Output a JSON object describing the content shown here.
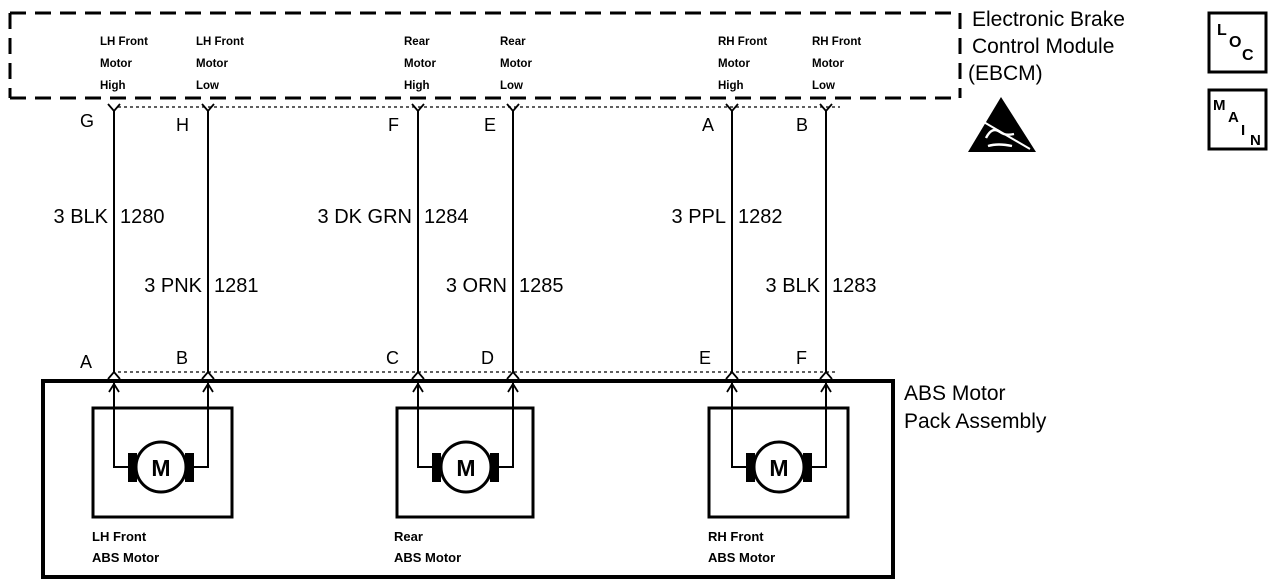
{
  "ebcm": {
    "title_lines": [
      "Electronic Brake",
      "Control Module",
      "(EBCM)"
    ],
    "pin_labels": [
      [
        "LH Front",
        "Motor",
        "High"
      ],
      [
        "LH Front",
        "Motor",
        "Low"
      ],
      [
        "Rear",
        "Motor",
        "High"
      ],
      [
        "Rear",
        "Motor",
        "Low"
      ],
      [
        "RH Front",
        "Motor",
        "High"
      ],
      [
        "RH Front",
        "Motor",
        "Low"
      ]
    ],
    "terminals": [
      "G",
      "H",
      "F",
      "E",
      "A",
      "B"
    ]
  },
  "wires": [
    {
      "gauge_color": "3 BLK",
      "circuit": "1280"
    },
    {
      "gauge_color": "3 PNK",
      "circuit": "1281"
    },
    {
      "gauge_color": "3 DK GRN",
      "circuit": "1284"
    },
    {
      "gauge_color": "3 ORN",
      "circuit": "1285"
    },
    {
      "gauge_color": "3 PPL",
      "circuit": "1282"
    },
    {
      "gauge_color": "3 BLK",
      "circuit": "1283"
    }
  ],
  "motor_pack": {
    "title_lines": [
      "ABS Motor",
      "Pack Assembly"
    ],
    "terminals": [
      "A",
      "B",
      "C",
      "D",
      "E",
      "F"
    ],
    "motors": [
      {
        "symbol": "M",
        "label_lines": [
          "LH Front",
          "ABS Motor"
        ]
      },
      {
        "symbol": "M",
        "label_lines": [
          "Rear",
          "ABS Motor"
        ]
      },
      {
        "symbol": "M",
        "label_lines": [
          "RH Front",
          "ABS Motor"
        ]
      }
    ]
  },
  "badges": {
    "loc": {
      "l": "L",
      "o": "O",
      "c": "C"
    },
    "main": {
      "m": "M",
      "a": "A",
      "i": "I",
      "n": "N"
    }
  }
}
